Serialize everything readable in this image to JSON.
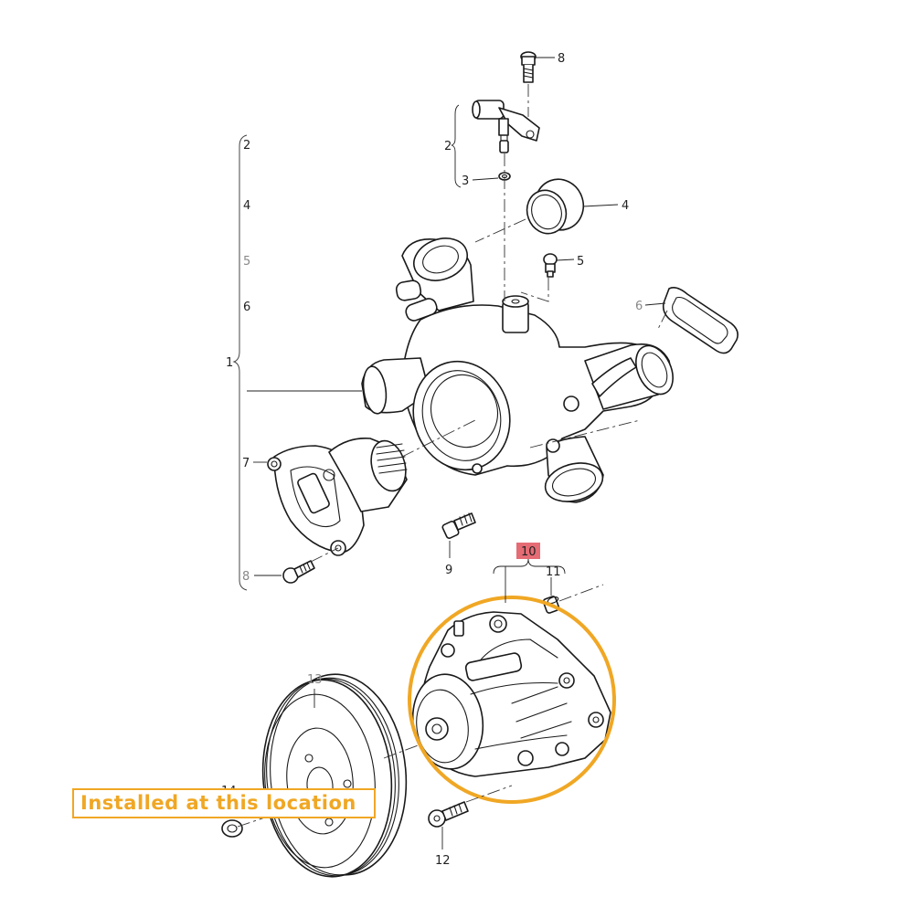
{
  "diagram": {
    "callouts": {
      "c1": "1",
      "c2_left": "2",
      "c2_right": "2",
      "c3": "3",
      "c4_left": "4",
      "c4_right": "4",
      "c5_left": "5",
      "c5_right": "5",
      "c6_left": "6",
      "c6_right": "6",
      "c7": "7",
      "c8_top": "8",
      "c8_bottom": "8",
      "c9": "9",
      "c10": "10",
      "c11": "11",
      "c12": "12",
      "c13": "13",
      "c14": "14"
    },
    "highlight_color": "#f0a724",
    "callout_highlight_color": "#e0525d",
    "install_label": "Installed at this location"
  }
}
